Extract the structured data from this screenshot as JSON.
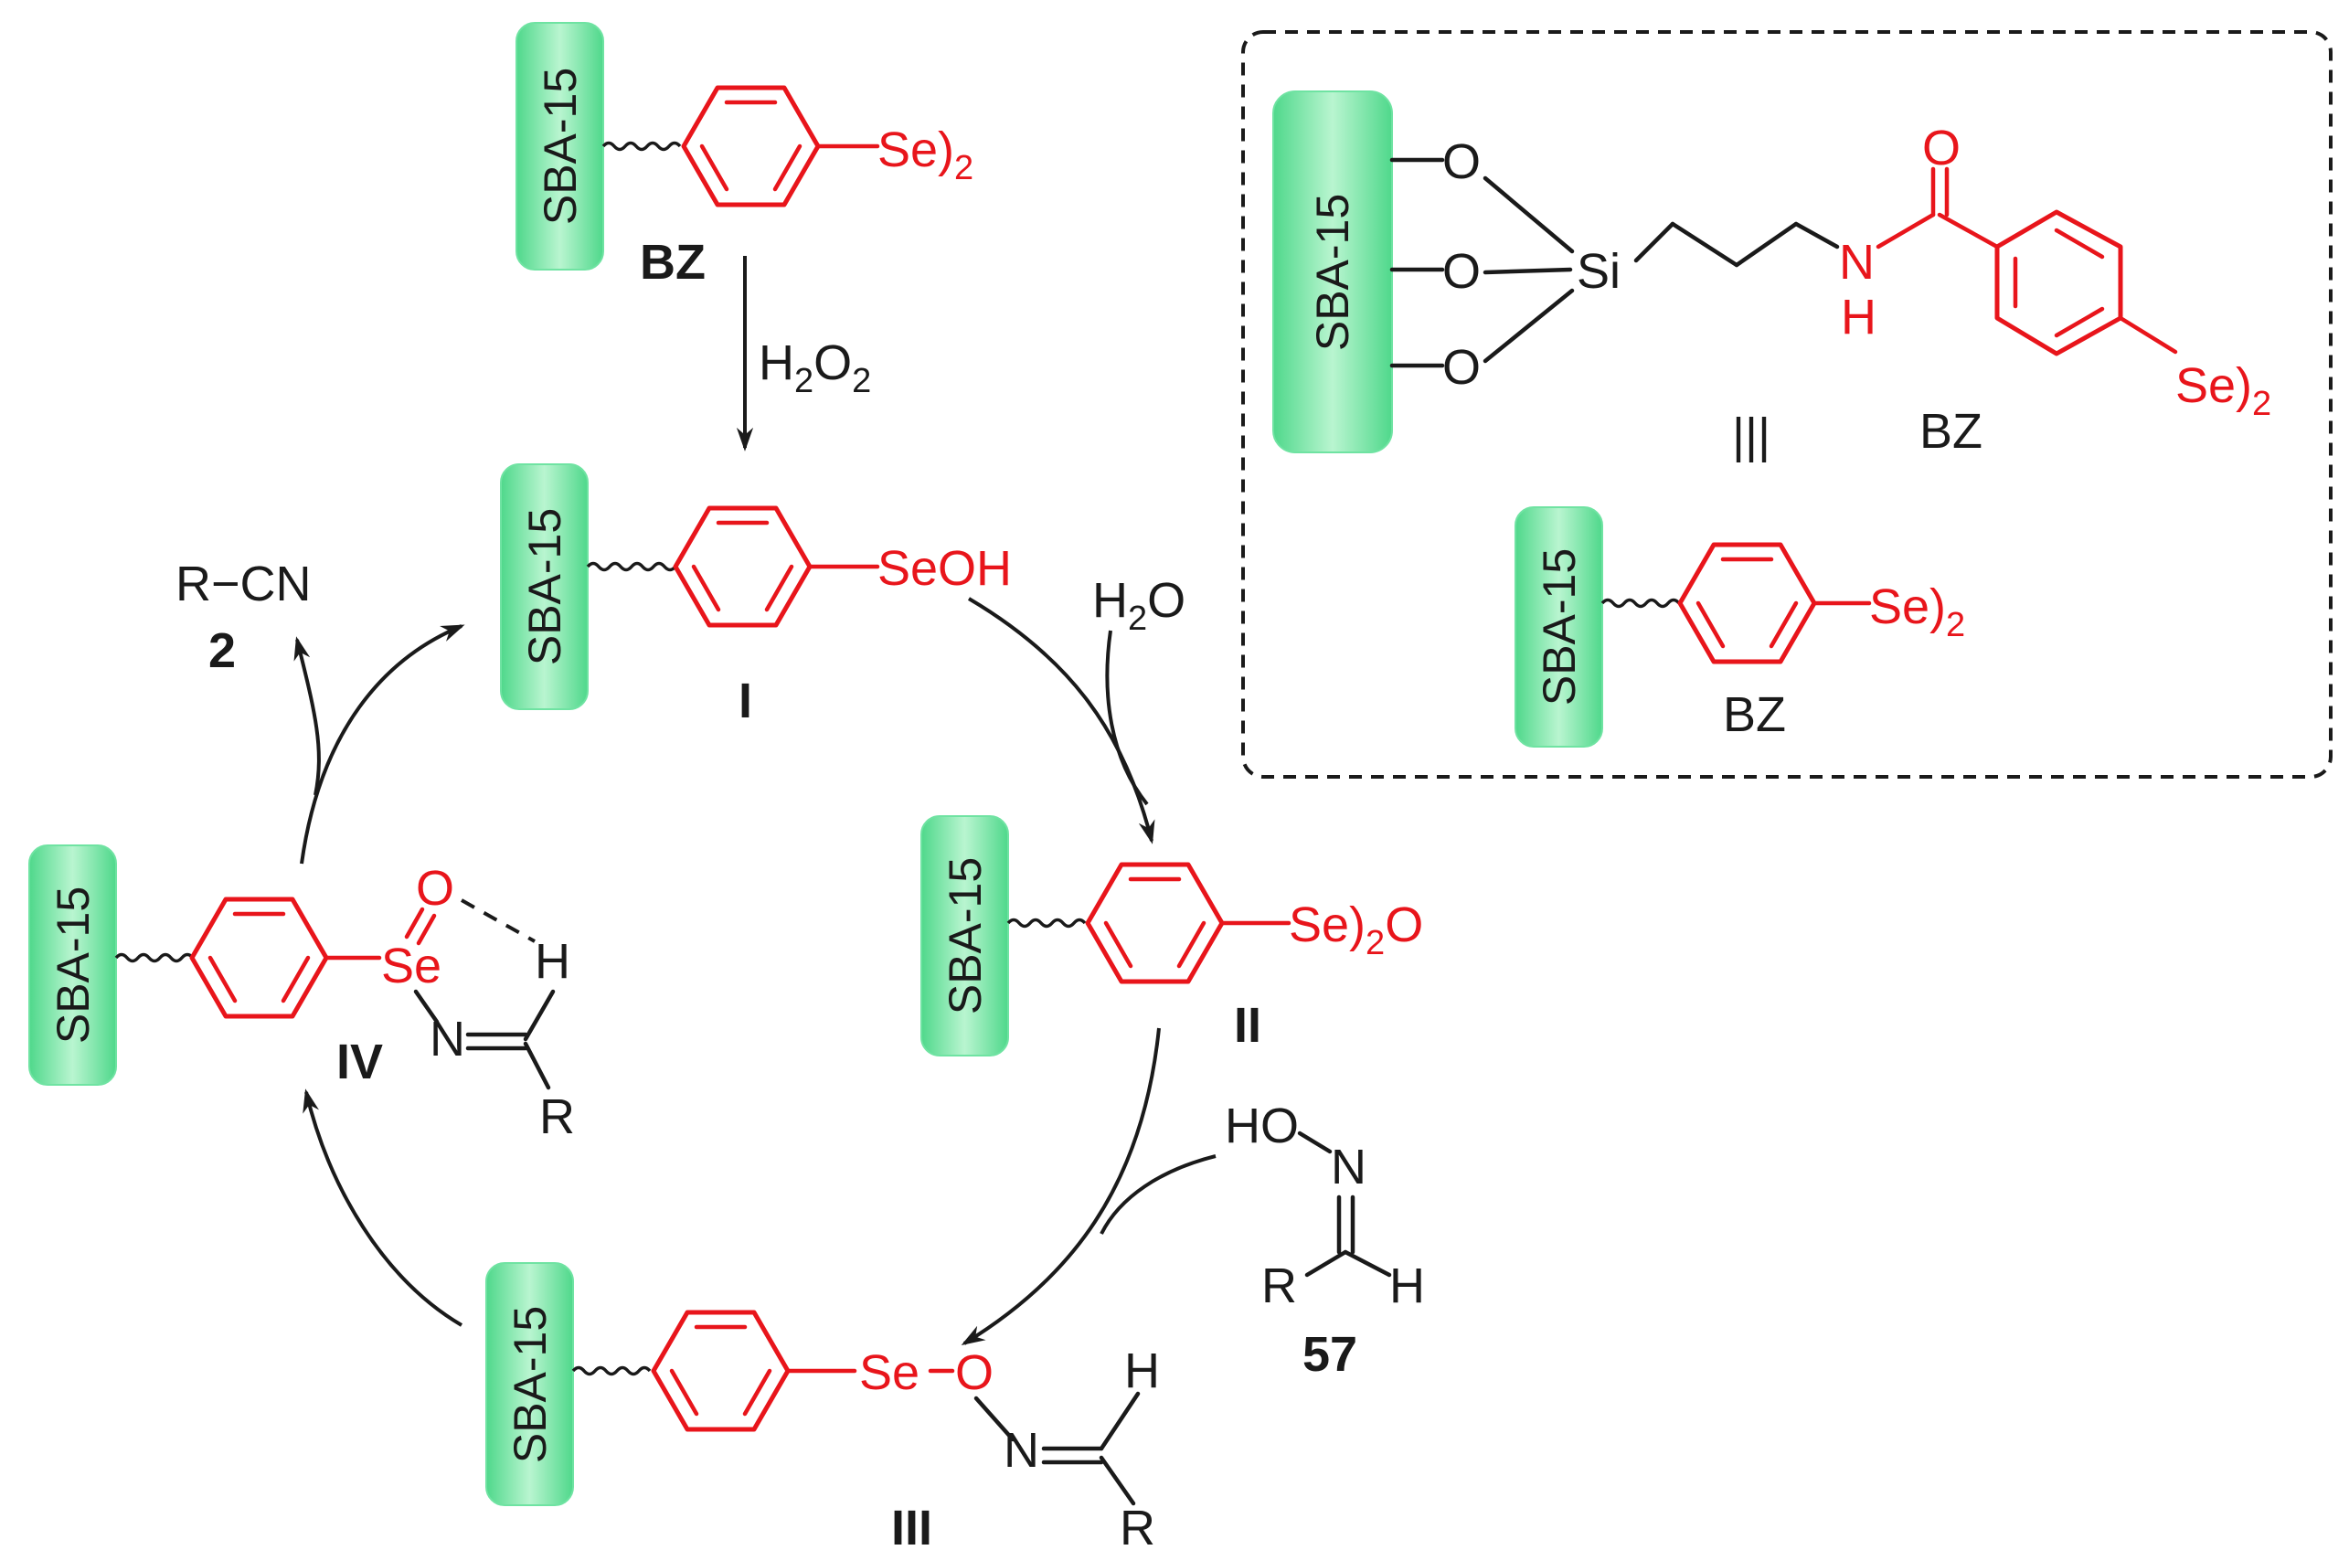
{
  "support_label": "SBA-15",
  "compound_labels": {
    "bz": "BZ",
    "i": "I",
    "ii": "II",
    "iii": "III",
    "iv": "IV",
    "product": "2",
    "oxime": "57"
  },
  "groups": {
    "se2": "Se)",
    "se2_sub": "2",
    "seoh": "SeOH",
    "se2o_a": "Se)",
    "se2o_sub": "2",
    "se2o_b": "O",
    "se": "Se",
    "o": "O",
    "n": "N",
    "h": "H",
    "r": "R",
    "ho": "HO",
    "si": "Si",
    "nh_n": "N",
    "nh_h": "H",
    "rcn": "R−CN",
    "triple": "|||"
  },
  "reagents": {
    "h2o2_a": "H",
    "h2o2_sub1": "2",
    "h2o2_b": "O",
    "h2o2_sub2": "2",
    "h2o_a": "H",
    "h2o_sub": "2",
    "h2o_b": "O"
  },
  "colors": {
    "selenium": "#e8151b",
    "support_green": "#7de8a8",
    "bonds": "#1a1a1a"
  }
}
